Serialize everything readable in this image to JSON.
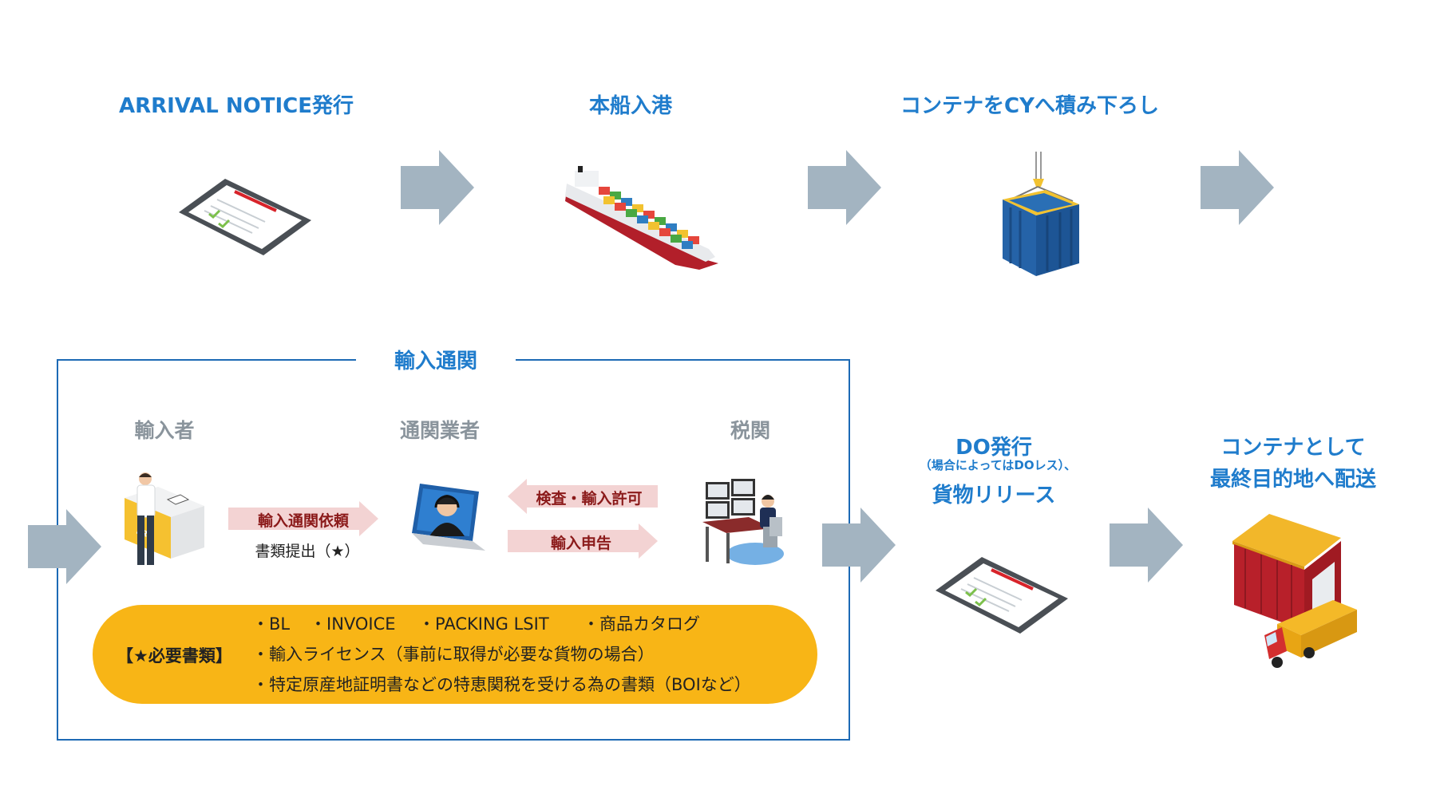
{
  "top_steps": [
    {
      "title": "ARRIVAL NOTICE発行"
    },
    {
      "title": "本船入港"
    },
    {
      "title": "コンテナをCYへ積み下ろし"
    }
  ],
  "customs": {
    "title": "輸入通関",
    "roles": [
      "輸入者",
      "通関業者",
      "税関"
    ],
    "request_label": "輸入通関依頼",
    "submit_label": "書類提出（★）",
    "permit_label": "検査・輸入許可",
    "declare_label": "輸入申告",
    "required_docs": {
      "heading": "【★必要書類】",
      "line1_items": [
        "・BL",
        "・INVOICE",
        "・PACKING LSIT",
        "・商品カタログ"
      ],
      "line2": "・輸入ライセンス（事前に取得が必要な貨物の場合）",
      "line3": "・特定原産地証明書などの特恵関税を受ける為の書類（BOIなど）"
    }
  },
  "do_step": {
    "title": "DO発行",
    "note": "（場合によってはDOレス）、",
    "subtitle": "貨物リリース"
  },
  "final_step": {
    "line1": "コンテナとして",
    "line2": "最終目的地へ配送"
  },
  "colors": {
    "title_blue": "#1f7ccc",
    "arrow_gray": "#a3b4c1",
    "pink_arrow": "#f3d3d3",
    "docs_yellow": "#f8b516",
    "frame_blue": "#1d6ab5"
  },
  "icons": [
    "tablet-checklist-icon",
    "container-ship-icon",
    "crane-container-icon",
    "importer-desk-icon",
    "customs-broker-laptop-icon",
    "customs-officer-monitors-icon",
    "warehouse-truck-icon"
  ]
}
